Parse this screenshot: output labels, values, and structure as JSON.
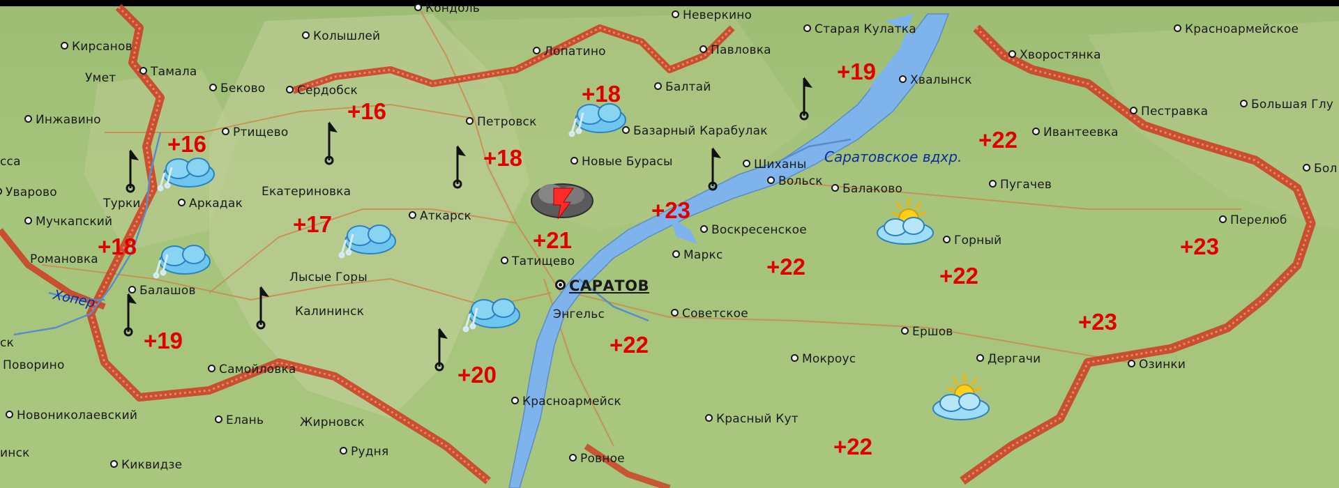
{
  "cities": {
    "kondol": "Кондоль",
    "neverkino": "Неверкино",
    "staraya_kulatka": "Старая Кулатка",
    "krasnoarmeyskoe": "Красноармейское",
    "kirsanov": "Кирсанов",
    "koryshley": "Колышлей",
    "lopatino": "Лопатино",
    "pavlovka": "Павловка",
    "khvorostyanka": "Хворостянка",
    "khvalynsk": "Хвалынск",
    "umet": "Умет",
    "tamala": "Тамала",
    "bekovo": "Беково",
    "serdobsk": "Сердобск",
    "baltay": "Балтай",
    "pestravka": "Пестравка",
    "bolshaya_glushitsa": "Большая Глу",
    "inzhavino": "Инжавино",
    "petrovsk": "Петровск",
    "bazarny_karabulak": "Базарный Карабулак",
    "ivanteevka": "Ивантеевка",
    "rtishchevo": "Ртищево",
    "novye_burasy": "Новые Бурасы",
    "shikhany": "Шиханы",
    "volsk": "Вольск",
    "balakovo": "Балаково",
    "pugachev": "Пугачев",
    "bol_edge": "Бол",
    "ssa_edge": "сса",
    "uvarovo": "Уварово",
    "turki": "Турки",
    "arkadak": "Аркадак",
    "ekaterinovka": "Екатериновка",
    "atkarsk": "Аткарск",
    "mouchkapsky": "Мучкапский",
    "voskresenskoe": "Воскресенское",
    "perelyub": "Перелюб",
    "gorny": "Горный",
    "marks": "Маркс",
    "romanovka": "Романовка",
    "tatishchevo": "Татищево",
    "lysye_gory": "Лысые Горы",
    "balashov": "Балашов",
    "saratov": "САРАТОВ",
    "kalininsk": "Калининск",
    "engels": "Энгельс",
    "sovetskoe": "Советское",
    "ershov": "Ершов",
    "sk_edge": "ск",
    "povorino": "Поворино",
    "samoylovka": "Самойловка",
    "mokrous": "Мокроус",
    "dergachi": "Дергачи",
    "ozinki": "Озинки",
    "krasnoarmeysk": "Красноармейск",
    "novonikolaevsky": "Новониколаевский",
    "elan": "Елань",
    "zhirnovsk": "Жирновск",
    "krasny_kut": "Красный Кут",
    "insk_edge": "инск",
    "rudnya": "Рудня",
    "kikvidze": "Киквидзе",
    "rovnoe": "Ровное"
  },
  "water": {
    "reservoir": "Саратовское вдхр.",
    "khoper": "Хопер"
  },
  "temps": {
    "t1": "+19",
    "t2": "+18",
    "t3": "+16",
    "t4": "+16",
    "t5": "+18",
    "t6": "+22",
    "t7": "+23",
    "t8": "+17",
    "t9": "+21",
    "t10": "+18",
    "t11": "+22",
    "t12": "+22",
    "t13": "+23",
    "t14": "+19",
    "t15": "+23",
    "t16": "+22",
    "t17": "+20",
    "t18": "+22"
  },
  "weather_icons": [
    "rain-cloud-icon",
    "sun-cloud-icon",
    "wind-flag-icon",
    "storm-cloud-icon"
  ],
  "colors": {
    "temperature": "#e00000",
    "border": "#cc3b22",
    "river": "#7fb3ec",
    "terrain": "#a6c47c"
  }
}
